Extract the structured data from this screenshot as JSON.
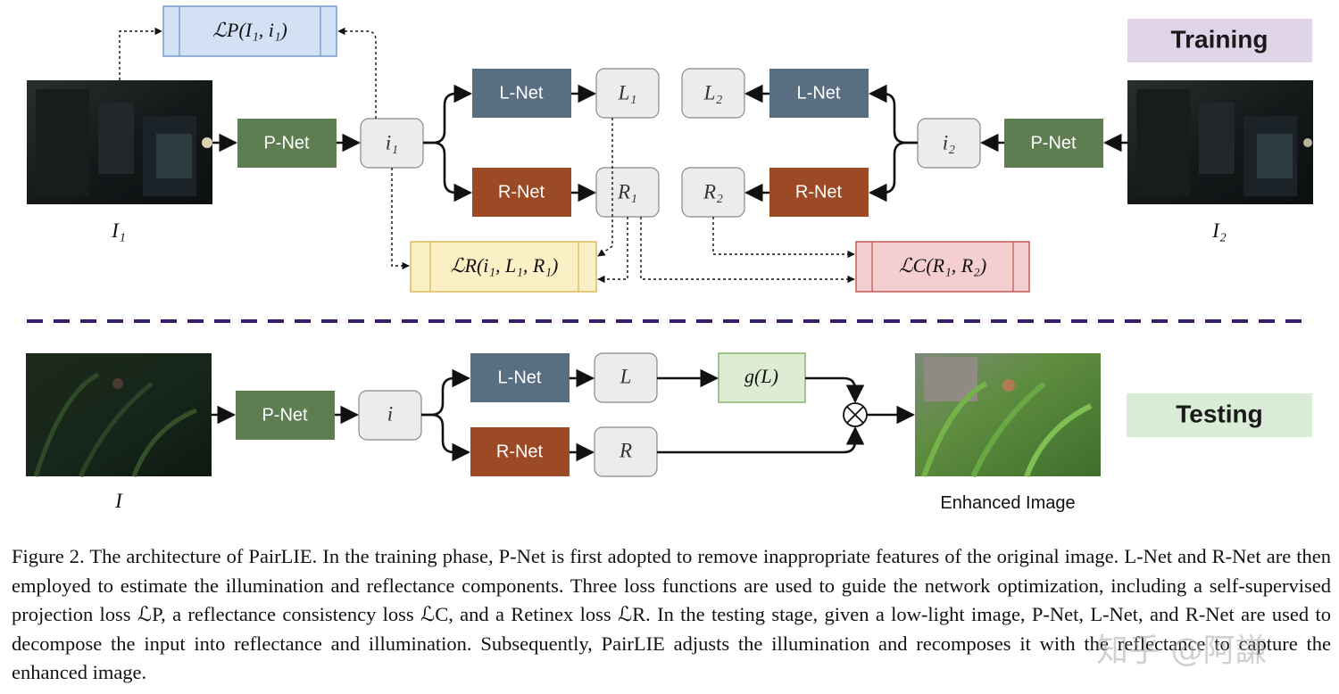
{
  "tags": {
    "training": "Training",
    "testing": "Testing"
  },
  "networks": {
    "pnet": "P-Net",
    "lnet": "L-Net",
    "rnet": "R-Net"
  },
  "training": {
    "var_i1": "i₁",
    "var_i2": "i₂",
    "var_L1": "L₁",
    "var_R1": "R₁",
    "var_L2": "L₂",
    "var_R2": "R₂",
    "loss_p": "ℒP(I₁, i₁)",
    "loss_r": "ℒR(i₁, L₁, R₁)",
    "loss_c": "ℒC(R₁, R₂)",
    "input1_label": "I₁",
    "input2_label": "I₂"
  },
  "testing": {
    "var_i": "i",
    "var_L": "L",
    "var_R": "R",
    "gamma": "g(L)",
    "input_label": "I",
    "output_label": "Enhanced Image"
  },
  "colors": {
    "pnet": "#5e7e52",
    "lnet": "#5a6e82",
    "rnet": "#9c4a26",
    "loss_p_fill": "#d3e1f5",
    "loss_p_stroke": "#6f93c9",
    "loss_r_fill": "#fbefc6",
    "loss_r_stroke": "#d9b752",
    "loss_c_fill": "#f5cfcf",
    "loss_c_stroke": "#c0524f",
    "gamma_fill": "#dcedd3",
    "gamma_stroke": "#7fae64",
    "training_tag": "#e0d4e8",
    "testing_tag": "#d8ecd6",
    "separator": "#3a1e6b"
  },
  "caption": "Figure 2. The architecture of PairLIE. In the training phase, P-Net is first adopted to remove inappropriate features of the original image. L-Net and R-Net are then employed to estimate the illumination and reflectance components. Three loss functions are used to guide the network optimization, including a self-supervised projection loss ℒP, a reflectance consistency loss ℒC, and a Retinex loss ℒR. In the testing stage, given a low-light image, P-Net, L-Net, and R-Net are used to decompose the input into reflectance and illumination. Subsequently, PairLIE adjusts the illumination and recomposes it with the reflectance to capture the enhanced image.",
  "watermark": "知乎 @阿謙"
}
